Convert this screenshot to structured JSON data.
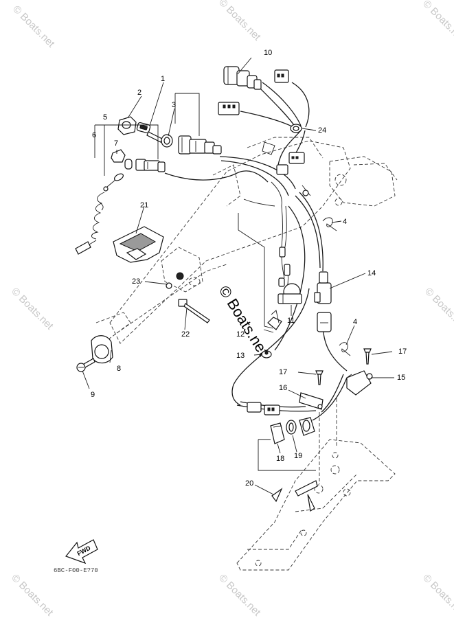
{
  "watermark": {
    "text": "© Boats.net"
  },
  "callouts": {
    "c1": "1",
    "c2": "2",
    "c3": "3",
    "c4a": "4",
    "c4b": "4",
    "c5": "5",
    "c6": "6",
    "c7": "7",
    "c8": "8",
    "c9": "9",
    "c10": "10",
    "c11": "11",
    "c12": "12",
    "c13": "13",
    "c14": "14",
    "c15": "15",
    "c16": "16",
    "c17a": "17",
    "c17b": "17",
    "c18": "18",
    "c19": "19",
    "c20": "20",
    "c21": "21",
    "c22": "22",
    "c23": "23",
    "c24": "24"
  },
  "fwd_label": "FWD",
  "diagram_code": "6BC-F00-E?70"
}
